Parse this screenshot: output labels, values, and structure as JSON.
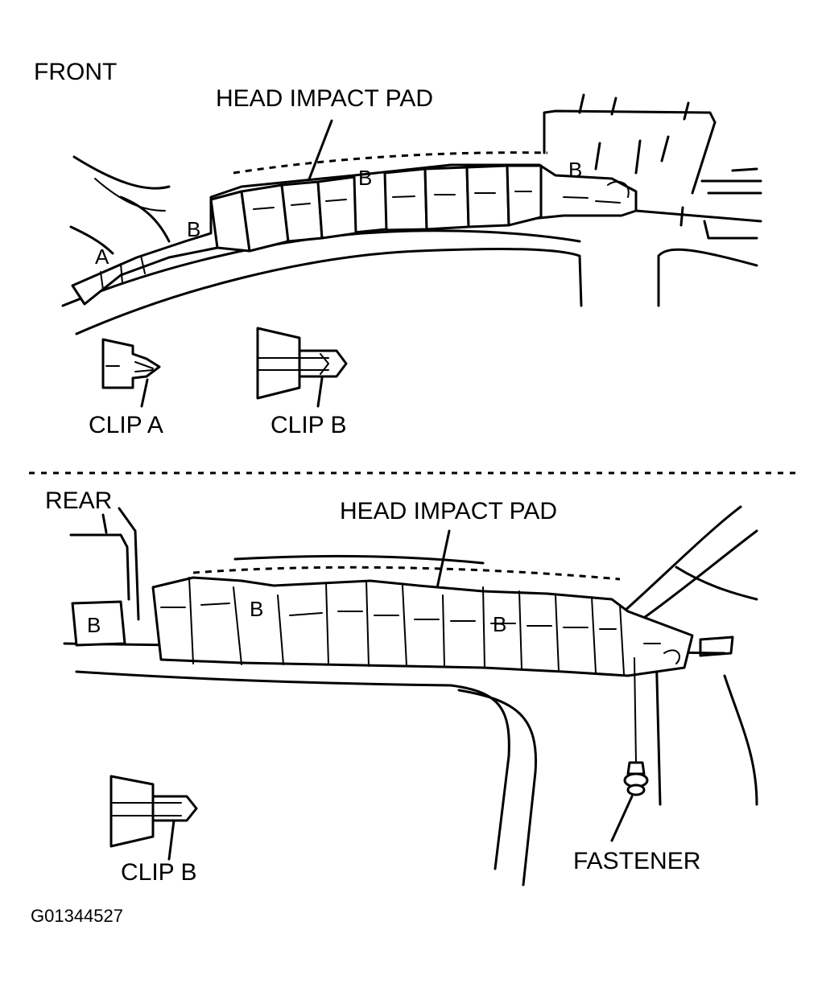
{
  "front_section": {
    "heading": "FRONT",
    "pad_label": "HEAD IMPACT PAD",
    "clip_markers": [
      "A",
      "B",
      "B",
      "B"
    ],
    "callouts": {
      "clip_a": "CLIP A",
      "clip_b": "CLIP B"
    }
  },
  "rear_section": {
    "heading": "REAR",
    "pad_label": "HEAD IMPACT PAD",
    "clip_markers": [
      "B",
      "B",
      "B"
    ],
    "callouts": {
      "clip_b": "CLIP B",
      "fastener": "FASTENER"
    }
  },
  "figure_code": "G01344527"
}
